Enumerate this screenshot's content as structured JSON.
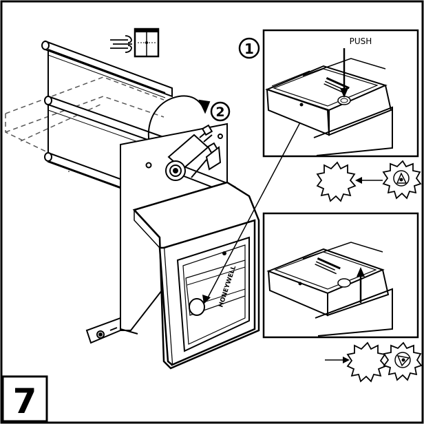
{
  "step_number": "7",
  "callouts": {
    "one": "1",
    "two": "2"
  },
  "push_label": "PUSH",
  "brand_text": "HONEYWELL",
  "icons": {
    "airflow": "airflow-icon",
    "wall_plate": "wall-plate-icon",
    "rotate_arrow": "rotate-arrow-icon",
    "starburst_top": "starburst-icon",
    "starburst_bottom": "starburst-icon",
    "damper_indicator_top": "damper-position-icon",
    "damper_indicator_bottom": "damper-position-icon"
  },
  "colors": {
    "line": "#000000",
    "background": "#ffffff",
    "dashed": "#666666"
  }
}
